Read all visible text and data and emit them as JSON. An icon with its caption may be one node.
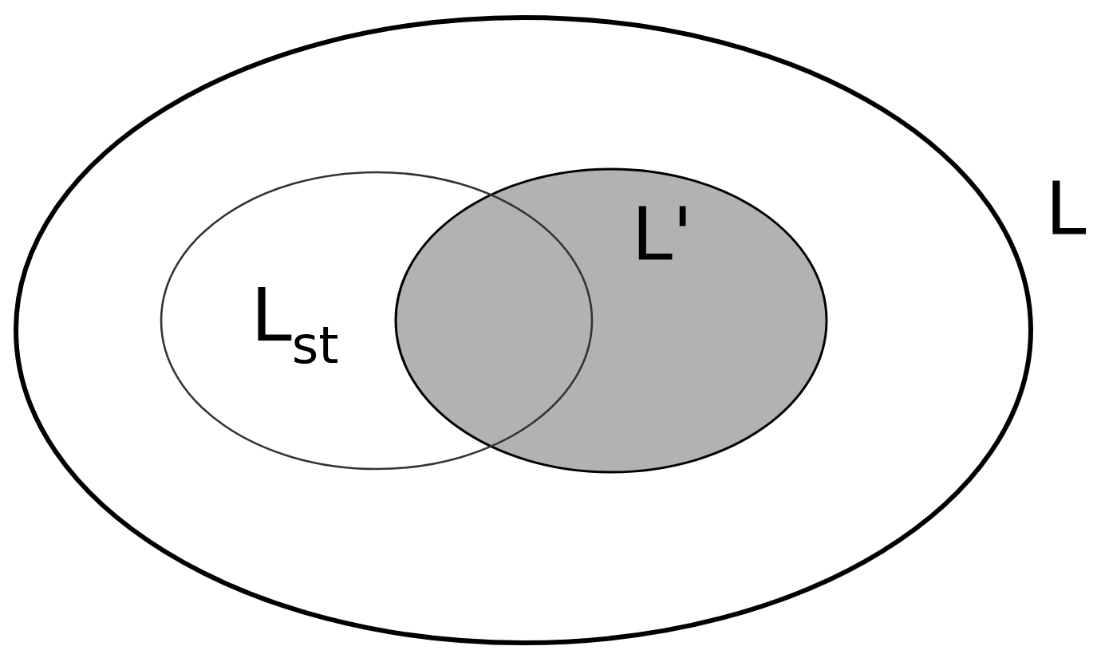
{
  "diagram": {
    "nodes": [
      {
        "text": [
          "L"
        ]
      },
      {
        "text": [
          "L$_{st}$"
        ],
        "in": 0
      },
      {
        "text": [
          "L'"
        ],
        "in": 0
      }
    ]
  }
}
